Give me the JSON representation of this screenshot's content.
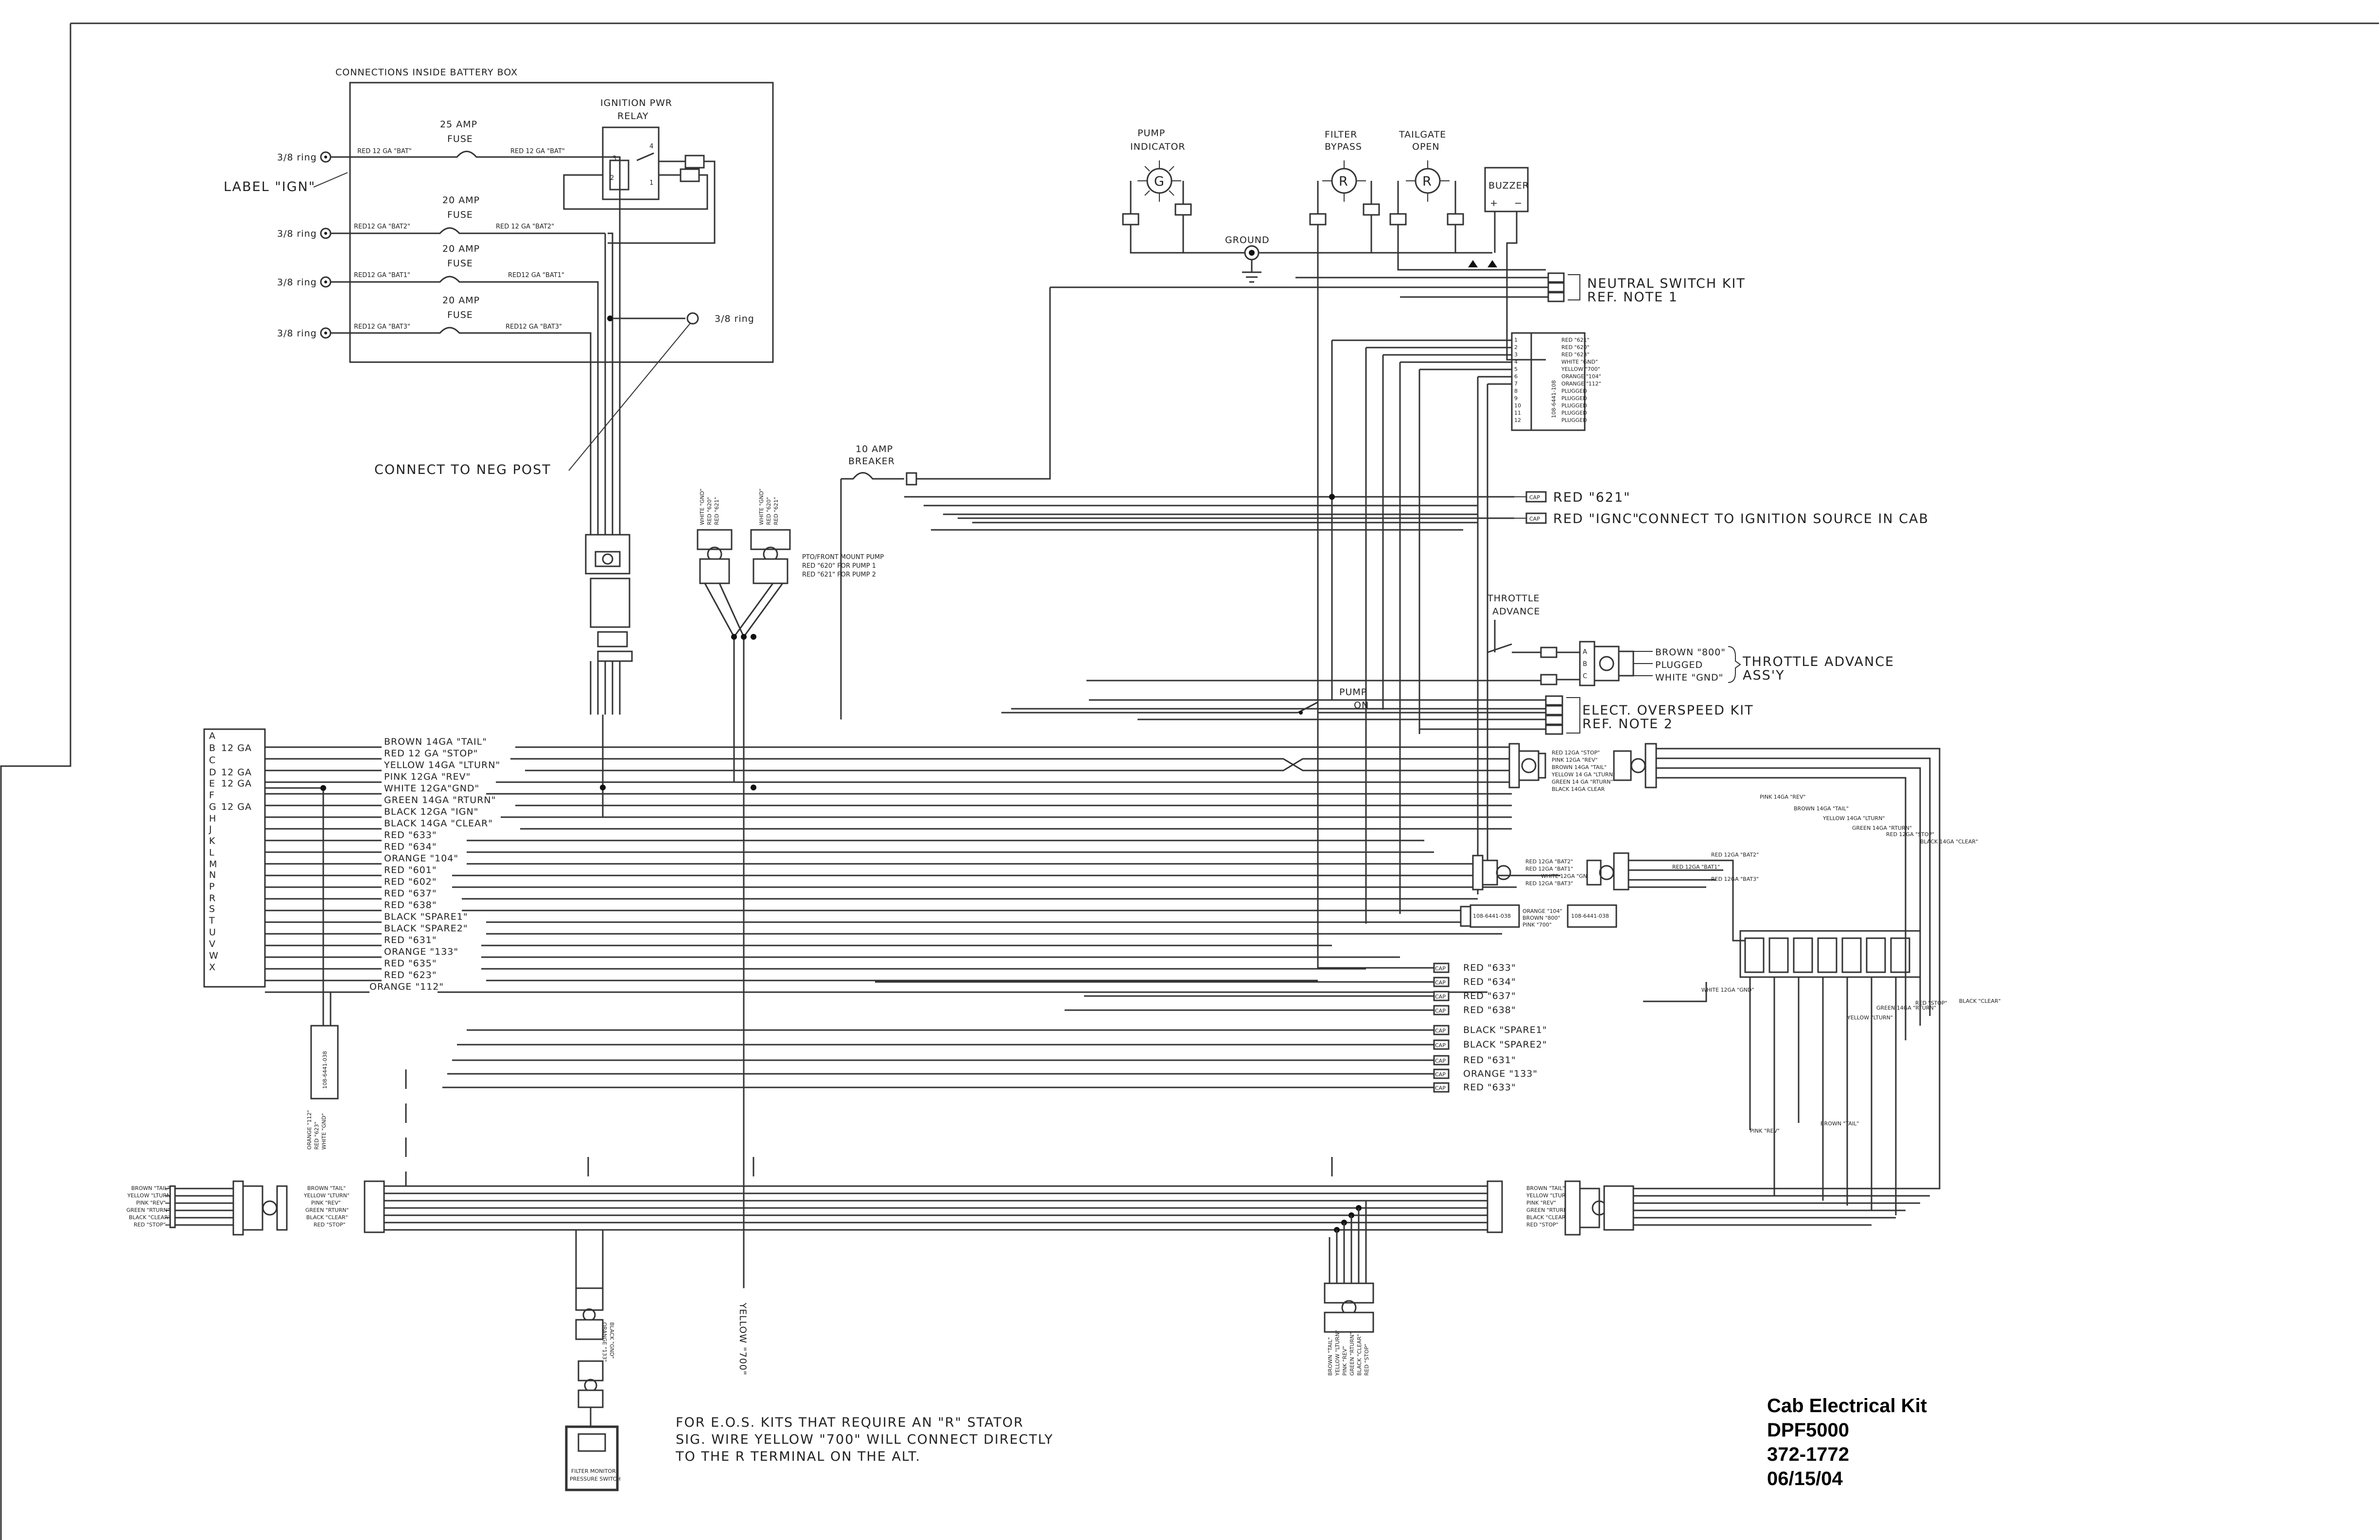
{
  "battery_box": {
    "title": "CONNECTIONS INSIDE BATTERY BOX",
    "ring_label": "3/8 ring",
    "label_ign": "LABEL \"IGN\"",
    "fuse_25": "25 AMP",
    "fuse_20": "20 AMP",
    "fuse_word": "FUSE",
    "relay_line1": "IGNITION PWR",
    "relay_line2": "RELAY",
    "wires": [
      {
        "left": "RED 12 GA \"BAT\"",
        "right": "RED 12 GA \"BAT\""
      },
      {
        "left": "RED12 GA \"BAT2\"",
        "right": "RED 12 GA \"BAT2\""
      },
      {
        "left": "RED12 GA \"BAT1\"",
        "right": "RED12 GA \"BAT1\""
      },
      {
        "left": "RED12 GA \"BAT3\"",
        "right": "RED12 GA \"BAT3\""
      }
    ],
    "neg_post": "CONNECT TO NEG POST",
    "ring_right": "3/8 ring"
  },
  "indicators": {
    "pump_indicator": [
      "PUMP",
      "INDICATOR"
    ],
    "filter_bypass": [
      "FILTER",
      "BYPASS"
    ],
    "tailgate_open": [
      "TAILGATE",
      "OPEN"
    ],
    "buzzer": "BUZZER",
    "ground": "GROUND",
    "g_symbol": "G",
    "r_symbol": "R"
  },
  "neutral_kit": {
    "line1": "NEUTRAL SWITCH KIT",
    "line2": "REF. NOTE 1"
  },
  "connector_12pin": {
    "part": "108-6441-108",
    "pins": [
      "1",
      "2",
      "3",
      "4",
      "5",
      "6",
      "7",
      "8",
      "9",
      "10",
      "11",
      "12"
    ],
    "wires": [
      "RED \"621\"",
      "RED \"620\"",
      "RED \"623\"",
      "WHITE \"GND\"",
      "YELLOW \"700\"",
      "ORANGE \"104\"",
      "ORANGE \"112\"",
      "PLUGGED",
      "PLUGGED",
      "PLUGGED",
      "PLUGGED",
      "PLUGGED"
    ]
  },
  "breaker": {
    "line1": "10 AMP",
    "line2": "BREAKER"
  },
  "ignition_source": {
    "red_621": "RED \"621\"",
    "red_ignc": "RED \"IGNC\"",
    "note": "CONNECT TO IGNITION SOURCE IN CAB",
    "cap": "CAP"
  },
  "pump_wires": {
    "left": [
      "WHITE \"GND\"",
      "RED \"620\"",
      "RED \"621\""
    ],
    "right": [
      "WHITE \"GND\"",
      "RED \"620\"",
      "RED \"621\""
    ],
    "note": [
      "PTO/FRONT MOUNT PUMP",
      "RED \"620\" FOR PUMP 1",
      "RED \"621\" FOR PUMP 2"
    ]
  },
  "throttle": {
    "switch_label": [
      "THROTTLE",
      "ADVANCE"
    ],
    "wires": [
      "BROWN \"800\"",
      "PLUGGED",
      "WHITE \"GND\""
    ],
    "assy": [
      "THROTTLE ADVANCE",
      "ASS'Y"
    ]
  },
  "pump_on": [
    "PUMP",
    "ON"
  ],
  "overspeed": {
    "line1": "ELECT. OVERSPEED KIT",
    "line2": "REF. NOTE 2"
  },
  "main_harness": {
    "letters": [
      "A",
      "B",
      "C",
      "D",
      "E",
      "F",
      "G",
      "H",
      "J",
      "K",
      "L",
      "M",
      "N",
      "P",
      "R",
      "S",
      "T",
      "U",
      "V",
      "W",
      "X"
    ],
    "gauges": [
      "12 GA",
      "12 GA",
      "12 GA",
      "12 GA"
    ],
    "wires": [
      "BROWN 14GA \"TAIL\"",
      "RED 12 GA \"STOP\"",
      "YELLOW 14GA \"LTURN\"",
      "PINK 12GA \"REV\"",
      "WHITE 12GA\"GND\"",
      "GREEN 14GA \"RTURN\"",
      "BLACK 12GA \"IGN\"",
      "BLACK 14GA \"CLEAR\"",
      "RED \"633\"",
      "RED \"634\"",
      "ORANGE \"104\"",
      "RED \"601\"",
      "RED \"602\"",
      "RED \"637\"",
      "RED \"638\"",
      "BLACK \"SPARE1\"",
      "BLACK \"SPARE2\"",
      "RED \"631\"",
      "ORANGE \"133\"",
      "RED \"635\"",
      "RED \"623\"",
      "ORANGE \"112\""
    ]
  },
  "capped_wires": [
    "RED \"633\"",
    "RED \"634\"",
    "RED \"637\"",
    "RED \"638\"",
    "BLACK \"SPARE1\"",
    "BLACK \"SPARE2\"",
    "RED \"631\"",
    "ORANGE \"133\"",
    "RED \"633\""
  ],
  "relay_conn": {
    "left_wires": [
      "RED 12GA \"STOP\"",
      "PINK 12GA \"REV\"",
      "BROWN 14GA \"TAIL\"",
      "YELLOW 14 GA \"LTURN\"",
      "GREEN 14 GA \"RTURN\"",
      "BLACK 14GA CLEAR"
    ],
    "bat_wires": [
      "RED 12GA \"BAT2\"",
      "RED 12GA \"BAT1\"",
      "WHITE 12GA \"GND\"",
      "RED 12GA \"BAT3\""
    ],
    "part1": "108-6441-038",
    "part2": "108-6441-038",
    "mid_wires": [
      "ORANGE \"104\"",
      "BROWN \"800\"",
      "PINK \"700\""
    ],
    "right_labels": [
      "PINK 14GA \"REV\"",
      "BROWN 14GA \"TAIL\"",
      "YELLOW 14GA \"LTURN\"",
      "GREEN 14GA \"RTURN\"",
      "RED 12GA \"STOP\"",
      "BLACK 14GA \"CLEAR\"",
      "RED 12GA \"BAT2\"",
      "RED 12GA \"BAT1\"",
      "RED 12GA \"BAT3\""
    ],
    "bottom_labels": [
      "WHITE 12GA \"GND\"",
      "GREEN 14GA \"RTURN\"",
      "YELLOW \"LTURN\"",
      "RED \"STOP\"",
      "BLACK \"CLEAR\"",
      "PINK \"REV\"",
      "BROWN \"TAIL\""
    ]
  },
  "vertical_conn": {
    "part": "108-6441-038",
    "wires": [
      "ORANGE \"112\"",
      "RED \"623\"",
      "WHITE \"GND\""
    ]
  },
  "bottom_harness": {
    "left_wires": [
      "BROWN \"TAIL\"",
      "YELLOW \"LTURN\"",
      "PINK \"REV\"",
      "GREEN \"RTURN\"",
      "BLACK \"CLEAR\"",
      "RED \"STOP\""
    ],
    "mid_wires": [
      "BROWN \"TAIL\"",
      "YELLOW \"LTURN\"",
      "PINK \"REV\"",
      "GREEN \"RTURN\"",
      "BLACK \"CLEAR\"",
      "RED \"STOP\""
    ],
    "right_wires": [
      "BROWN \"TAIL\"",
      "YELLOW \"LTURN\"",
      "PINK \"REV\"",
      "GREEN \"RTURN\"",
      "BLACK \"CLEAR\"",
      "RED \"STOP\""
    ],
    "bottom_conn_wires": [
      "BROWN \"TAIL\"",
      "YELLOW \"LTURN\"",
      "PINK \"REV\"",
      "GREEN \"RTURN\"",
      "BLACK \"CLEAR\"",
      "RED \"STOP\""
    ]
  },
  "filter_monitor": {
    "label1": "FILTER MONITOR",
    "label2": "PRESSURE SWITCH",
    "wires": [
      "BLACK \"GND\"",
      "ORANGE \"133\""
    ]
  },
  "yellow_700": "YELLOW \"700\"",
  "eos_note": [
    "FOR E.O.S. KITS THAT REQUIRE AN \"R\" STATOR",
    "SIG. WIRE YELLOW \"700\" WILL CONNECT DIRECTLY",
    "TO THE R TERMINAL ON THE ALT."
  ],
  "title_block": [
    "Cab Electrical Kit",
    "DPF5000",
    "372-1772",
    "06/15/04"
  ]
}
